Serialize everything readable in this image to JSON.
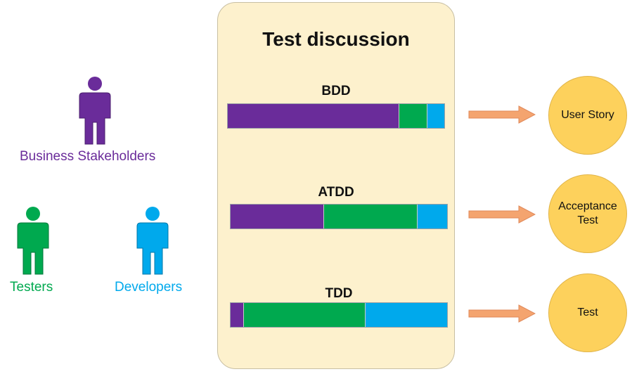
{
  "panel": {
    "title": "Test discussion"
  },
  "colors": {
    "business": "#6a2c9a",
    "testers": "#00a94f",
    "developers": "#00a9ec",
    "arrow": "#f4a46f",
    "circle": "#fdd15c"
  },
  "roles": [
    {
      "id": "business",
      "label": "Business Stakeholders",
      "icon": "person-icon",
      "color": "#6a2c9a"
    },
    {
      "id": "testers",
      "label": "Testers",
      "icon": "person-icon",
      "color": "#00a94f"
    },
    {
      "id": "developers",
      "label": "Developers",
      "icon": "person-icon",
      "color": "#00a9ec"
    }
  ],
  "methods": [
    {
      "label": "BDD",
      "shares": {
        "business": 0.79,
        "testers": 0.13,
        "developers": 0.08
      },
      "output": "User Story"
    },
    {
      "label": "ATDD",
      "shares": {
        "business": 0.43,
        "testers": 0.43,
        "developers": 0.14
      },
      "output": "Acceptance\nTest"
    },
    {
      "label": "TDD",
      "shares": {
        "business": 0.06,
        "testers": 0.56,
        "developers": 0.38
      },
      "output": "Test"
    }
  ]
}
